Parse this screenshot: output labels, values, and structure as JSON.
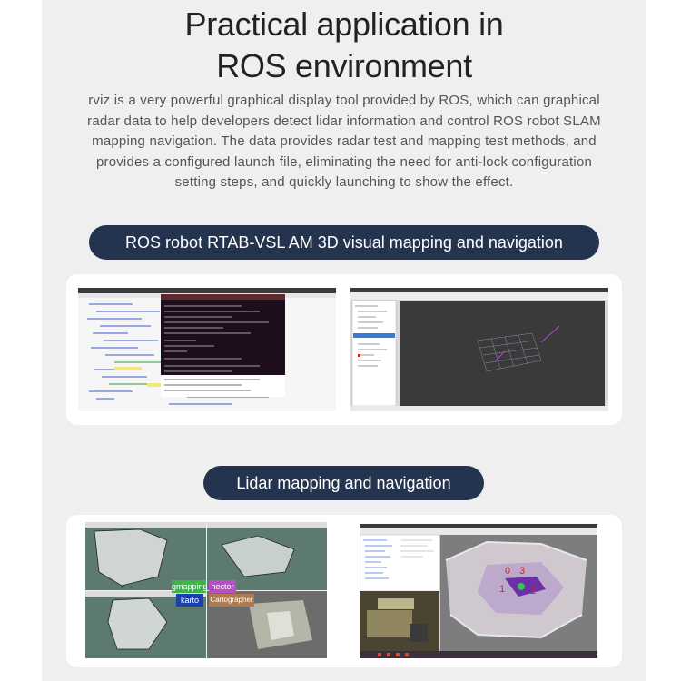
{
  "header": {
    "title_line1": "Practical application in",
    "title_line2": "ROS environment"
  },
  "description": {
    "lines": [
      "rviz is a very powerful graphical display tool provided by ROS, which can graphical",
      "radar data to help developers detect lidar information and control ROS robot SLAM",
      "mapping navigation. The data provides radar test and mapping test methods, and",
      "provides a configured launch file, eliminating the need for anti-lock configuration",
      "setting steps, and quickly launching to show the effect."
    ]
  },
  "section1": {
    "heading": "ROS robot RTAB-VSL AM 3D visual mapping and navigation"
  },
  "section2": {
    "heading": "Lidar mapping and navigation",
    "map_labels": {
      "gmapping": "gmapping",
      "hector": "hector",
      "karto": "karto",
      "cartographer": "Cartographer"
    },
    "nav_markers": [
      "0",
      "3",
      "1",
      "2"
    ]
  },
  "colors": {
    "pill_bg": "#24344f",
    "background": "#efefef",
    "gmapping": "#3cb54a",
    "hector": "#b84fc7",
    "karto": "#1e3fae",
    "cartographer": "#b07a4b",
    "marker": "#e02020"
  }
}
